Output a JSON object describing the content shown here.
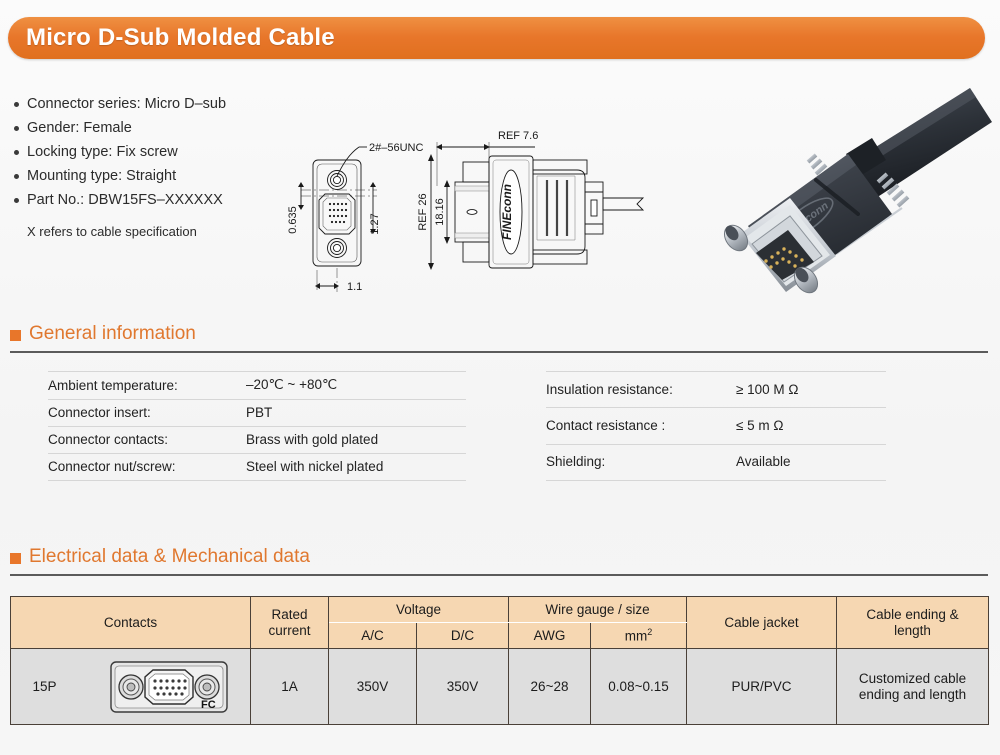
{
  "header": {
    "title": "Micro D-Sub Molded Cable",
    "accent": "#e8762a"
  },
  "specs": {
    "items": [
      "Connector series: Micro D–sub",
      "Gender:  Female",
      "Locking type: Fix screw",
      "Mounting type: Straight",
      "Part No.: DBW15FS–XXXXXX"
    ],
    "note": "X  refers to cable specification"
  },
  "drawing": {
    "labels": {
      "thread": "2#–56UNC",
      "ref_depth": "REF 7.6",
      "ref_height": "REF 26",
      "inner_height": "18.16",
      "pitch_v": "0.635",
      "pitch_h": "1.27",
      "width": "1.1"
    },
    "brand_mark": "FINEconn"
  },
  "general_information": {
    "title": "General information",
    "left_rows": [
      {
        "key": "Ambient temperature:",
        "value": "–20℃  ~ +80℃"
      },
      {
        "key": "Connector insert:",
        "value": "PBT"
      },
      {
        "key": "Connector contacts:",
        "value": "Brass with gold plated"
      },
      {
        "key": "Connector nut/screw:",
        "value": "Steel with nickel plated"
      }
    ],
    "right_rows": [
      {
        "key": "Insulation resistance:",
        "value": "≥ 100 M Ω"
      },
      {
        "key": "Contact resistance :",
        "value": "≤ 5 m Ω"
      },
      {
        "key": "Shielding:",
        "value": "Available"
      }
    ]
  },
  "electrical_mechanical": {
    "title": "Electrical data & Mechanical data",
    "headers": {
      "contacts": "Contacts",
      "rated_current": "Rated\ncurrent",
      "rated_current_line1": "Rated",
      "rated_current_line2": "current",
      "voltage": "Voltage",
      "voltage_ac": "A/C",
      "voltage_dc": "D/C",
      "wire_gauge": "Wire gauge / size",
      "awg": "AWG",
      "mm2": "mm",
      "mm2_sup": "2",
      "cable_jacket": "Cable  jacket",
      "cable_ending": "Cable ending &",
      "cable_ending_line2": "length"
    },
    "rows": [
      {
        "contacts": "15P",
        "rated_current": "1A",
        "voltage_ac": "350V",
        "voltage_dc": "350V",
        "awg": "26~28",
        "mm2": "0.08~0.15",
        "cable_jacket": "PUR/PVC",
        "cable_ending_line1": "Customized cable",
        "cable_ending_line2": "ending and length"
      }
    ]
  },
  "colors": {
    "header_orange": "#e8762a",
    "section_orange": "#e0782f",
    "table_header_peach": "#f6d7b2",
    "table_row_gray": "#dedede",
    "rule_gray": "#5b5b5b"
  }
}
